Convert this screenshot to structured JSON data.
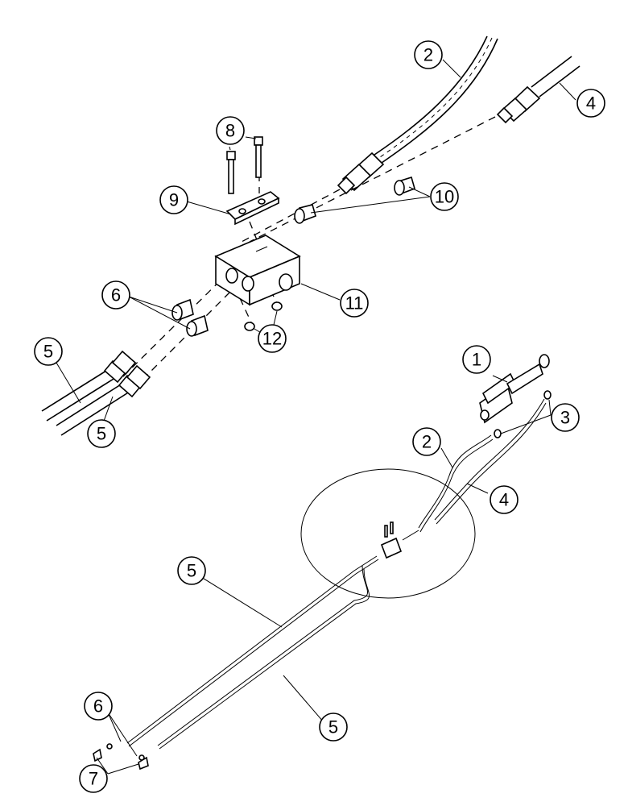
{
  "callouts": [
    {
      "id": "c1",
      "label": "1"
    },
    {
      "id": "c2a",
      "label": "2"
    },
    {
      "id": "c2b",
      "label": "2"
    },
    {
      "id": "c3",
      "label": "3"
    },
    {
      "id": "c4a",
      "label": "4"
    },
    {
      "id": "c4b",
      "label": "4"
    },
    {
      "id": "c5a",
      "label": "5"
    },
    {
      "id": "c5b",
      "label": "5"
    },
    {
      "id": "c5c",
      "label": "5"
    },
    {
      "id": "c5d",
      "label": "5"
    },
    {
      "id": "c6a",
      "label": "6"
    },
    {
      "id": "c6b",
      "label": "6"
    },
    {
      "id": "c7",
      "label": "7"
    },
    {
      "id": "c8",
      "label": "8"
    },
    {
      "id": "c9",
      "label": "9"
    },
    {
      "id": "c10",
      "label": "10"
    },
    {
      "id": "c11",
      "label": "11"
    },
    {
      "id": "c12",
      "label": "12"
    }
  ]
}
